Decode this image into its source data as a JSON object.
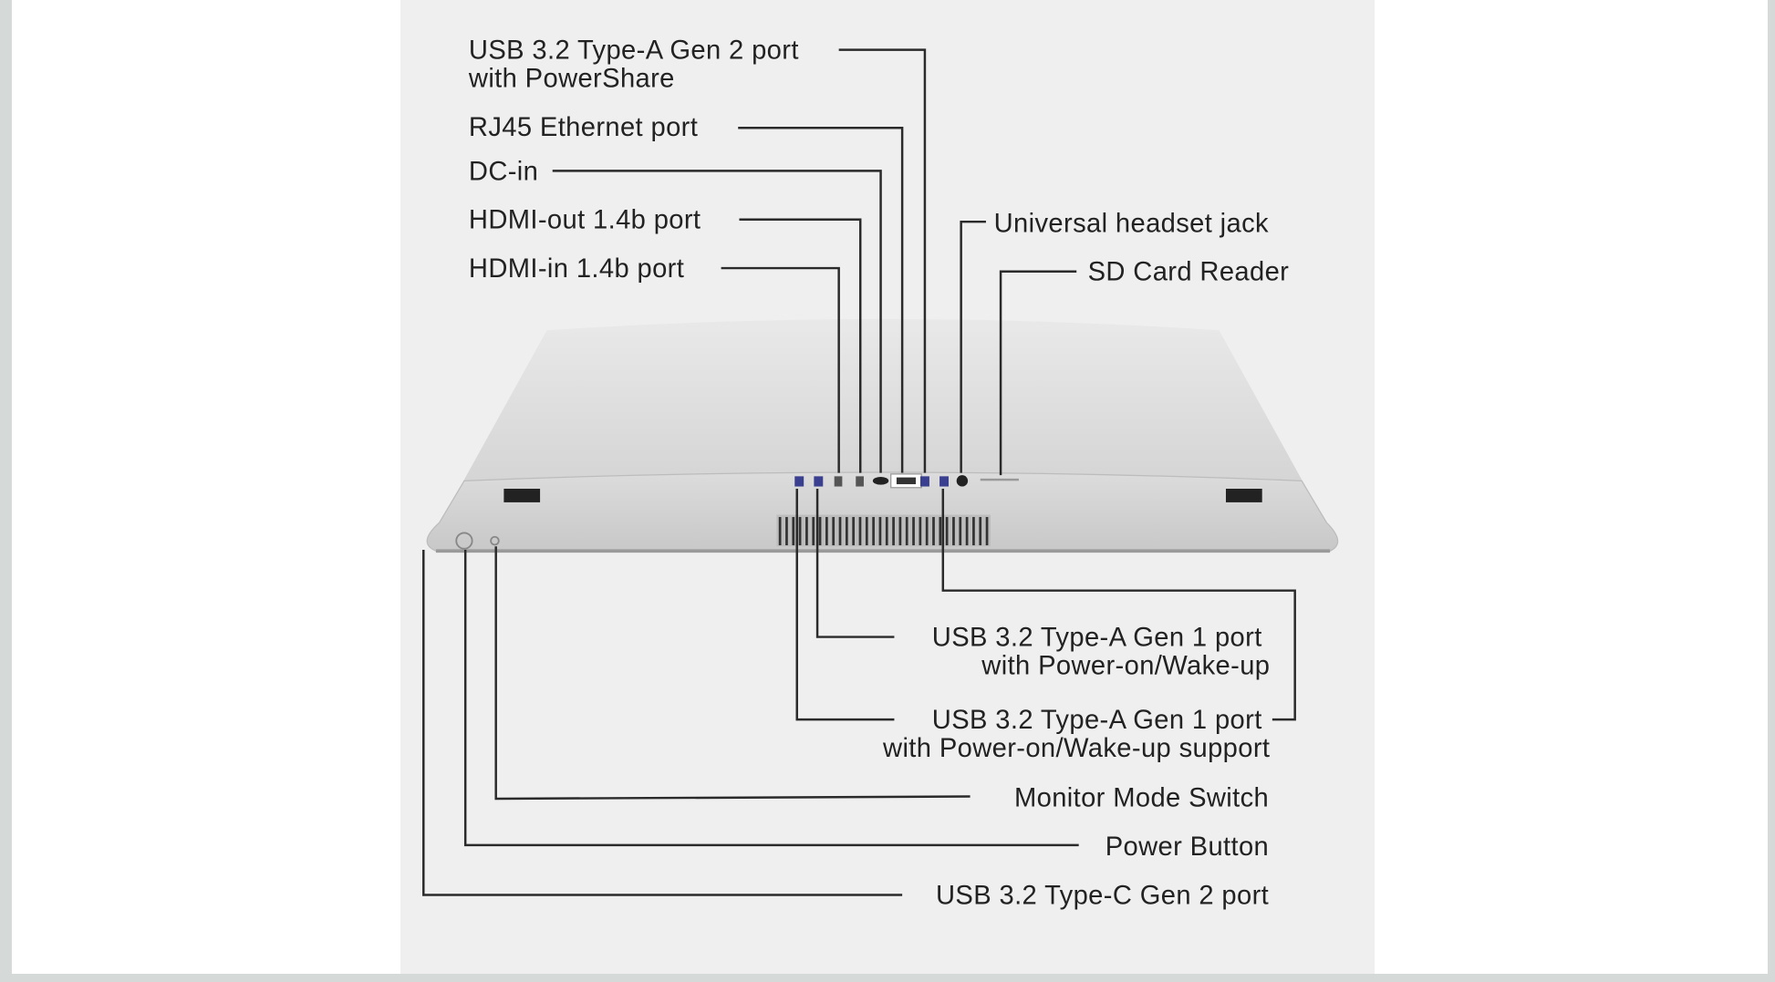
{
  "labels": {
    "usb_a_gen2": [
      "USB 3.2 Type-A Gen 2 port",
      "with PowerShare"
    ],
    "rj45": "RJ45 Ethernet port",
    "dc_in": "DC-in",
    "hdmi_out": "HDMI-out 1.4b port",
    "hdmi_in": "HDMI-in 1.4b port",
    "headset": "Universal headset jack",
    "sd_card": "SD Card Reader",
    "usb_a_gen1_wake": [
      "USB 3.2 Type-A Gen 1 port",
      "with Power-on/Wake-up"
    ],
    "usb_a_gen1_wake_support": [
      "USB 3.2 Type-A Gen 1 port",
      "with Power-on/Wake-up support"
    ],
    "monitor_mode": "Monitor Mode Switch",
    "power": "Power Button",
    "usb_c": "USB 3.2 Type-C Gen 2 port"
  },
  "colors": {
    "background": "#d5dad9",
    "panel": "#ffffff",
    "image_bg": "#efefef",
    "text": "#222222",
    "port_blue": "#3a3f8f"
  }
}
